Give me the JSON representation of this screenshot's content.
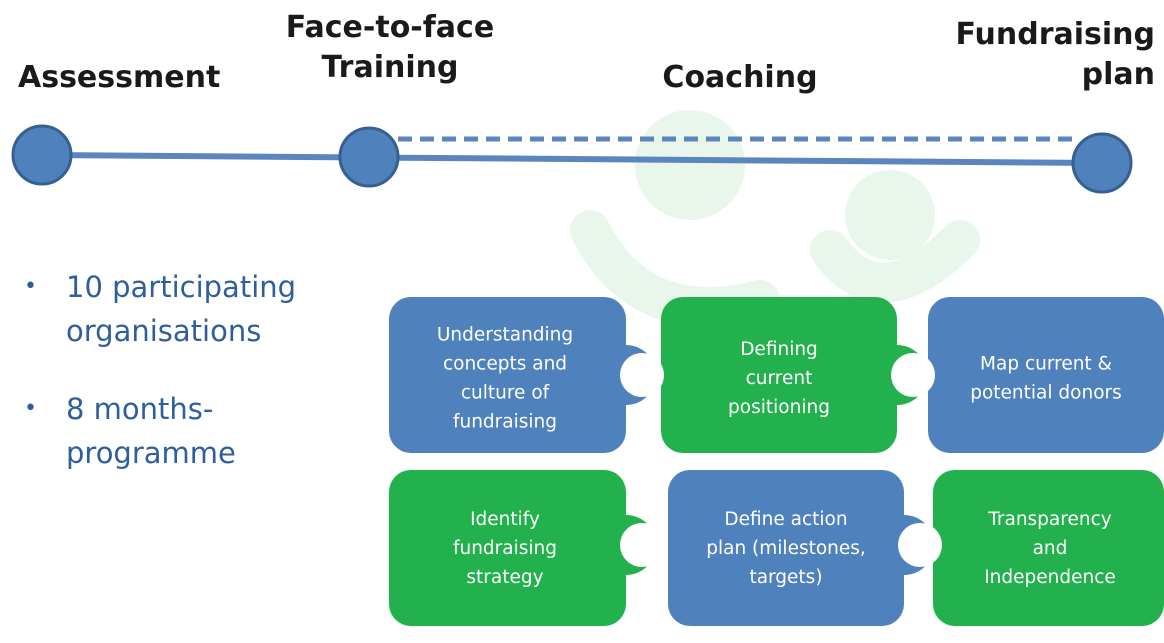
{
  "stages": [
    {
      "lines": [
        "Assessment"
      ]
    },
    {
      "lines": [
        "Face-to-face",
        "Training"
      ]
    },
    {
      "lines": [
        "Coaching"
      ]
    },
    {
      "lines": [
        "Fundraising",
        "plan"
      ]
    }
  ],
  "bullets": [
    {
      "text": "10 participating\norganisations"
    },
    {
      "text": "8 months-\nprogramme"
    }
  ],
  "puzzle_pieces": [
    {
      "lines": [
        "Understanding",
        "concepts and",
        "culture of",
        "fundraising"
      ],
      "color": "#4f81bd"
    },
    {
      "lines": [
        "Defining",
        "current",
        "positioning"
      ],
      "color": "#22b14c"
    },
    {
      "lines": [
        "Map current &",
        "potential donors"
      ],
      "color": "#4f81bd"
    },
    {
      "lines": [
        "Identify",
        "fundraising",
        "strategy"
      ],
      "color": "#22b14c"
    },
    {
      "lines": [
        "Define action",
        "plan (milestones,",
        "targets)"
      ],
      "color": "#4f81bd"
    },
    {
      "lines": [
        "Transparency",
        "and",
        "Independence"
      ],
      "color": "#22b14c"
    }
  ],
  "colors": {
    "timeline_line": "#5b85bf",
    "node_fill": "#4f81bd",
    "node_stroke": "#35608f",
    "bullet_text": "#2e5f9c",
    "watermark": "#e6f5ea"
  }
}
